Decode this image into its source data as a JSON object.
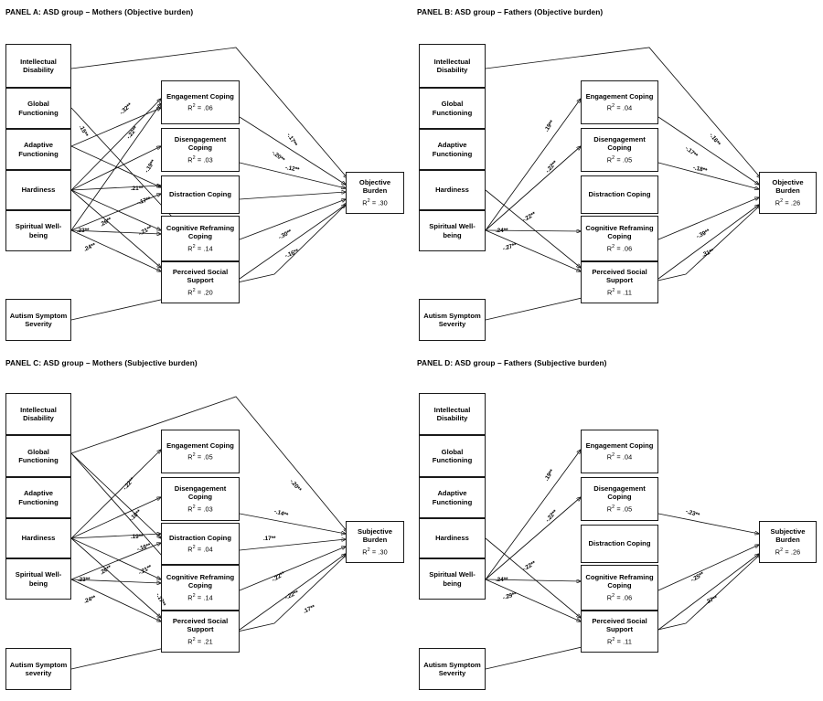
{
  "figure": {
    "type": "path-analysis-diagram-grid",
    "panel_count": 4
  },
  "chart_data": {
    "type": "diagram",
    "title": "Path analysis models of objective and subjective burden in mothers and fathers of the ASD group",
    "panels": [
      {
        "id": "A",
        "title": "PANEL A: ASD group – Mothers (Objective burden)",
        "predictors": [
          "Intellectual Disability",
          "Global Functioning",
          "Adaptive Functioning",
          "Hardiness",
          "Spiritual Well-being",
          "Autism Symptom Severity"
        ],
        "mediators": [
          {
            "label": "Engagement Coping",
            "r2": ".06"
          },
          {
            "label": "Disengagement Coping",
            "r2": ".03"
          },
          {
            "label": "Distraction Coping",
            "r2": ""
          },
          {
            "label": "Cognitive Reframing Coping",
            "r2": ".14"
          },
          {
            "label": "Perceived Social Support",
            "r2": ".20"
          }
        ],
        "outcome": {
          "label": "Objective Burden",
          "r2": ".30"
        },
        "coefficients": [
          ".15**",
          "-.32**",
          "-.22**",
          "-.19**",
          ".21**",
          "-.17**",
          "-.21**",
          ".23**",
          ".26**",
          ".24**",
          "-.17**",
          "-.20**",
          "-.12**",
          "-.30**",
          "-.16**"
        ]
      },
      {
        "id": "B",
        "title": "PANEL B: ASD group – Fathers (Objective burden)",
        "predictors": [
          "Intellectual Disability",
          "Global Functioning",
          "Adaptive Functioning",
          "Hardiness",
          "Spiritual Well-being",
          "Autism Symptom Severity"
        ],
        "mediators": [
          {
            "label": "Engagement Coping",
            "r2": ".04"
          },
          {
            "label": "Disengagement Coping",
            "r2": ".05"
          },
          {
            "label": "Distraction Coping",
            "r2": ""
          },
          {
            "label": "Cognitive Reframing Coping",
            "r2": ".06"
          },
          {
            "label": "Perceived Social Support",
            "r2": ".11"
          }
        ],
        "outcome": {
          "label": "Objective Burden",
          "r2": ".26"
        },
        "coefficients": [
          ".19**",
          "-.22**",
          "-.22**",
          ".24**",
          "-.27**",
          "-.16**",
          "-.17**",
          "-.18**",
          "-.39**",
          ".31**"
        ]
      },
      {
        "id": "C",
        "title": "PANEL C: ASD group – Mothers (Subjective burden)",
        "predictors": [
          "Intellectual Disability",
          "Global Functioning",
          "Adaptive Functioning",
          "Hardiness",
          "Spiritual Well-being",
          "Autism Symptom severity"
        ],
        "mediators": [
          {
            "label": "Engagement Coping",
            "r2": ".05"
          },
          {
            "label": "Disengagement Coping",
            "r2": ".03"
          },
          {
            "label": "Distraction Coping",
            "r2": ".04"
          },
          {
            "label": "Cognitive Reframing Coping",
            "r2": ".14"
          },
          {
            "label": "Perceived Social Support",
            "r2": ".21"
          }
        ],
        "outcome": {
          "label": "Subjective Burden",
          "r2": ".30"
        },
        "coefficients": [
          "-.22**",
          "-.18**",
          ".19**",
          "-.16**",
          "-.21**",
          ".23**",
          ".26**",
          "-.17**",
          ".24**",
          "-.20**",
          "-.14**",
          ".17**",
          "-.22**",
          "-.22**",
          ".17**"
        ]
      },
      {
        "id": "D",
        "title": "PANEL D: ASD group – Fathers (Subjective burden)",
        "predictors": [
          "Intellectual Disability",
          "Global Functioning",
          "Adaptive Functioning",
          "Hardiness",
          "Spiritual Well-being",
          "Autism Symptom Severity"
        ],
        "mediators": [
          {
            "label": "Engagement Coping",
            "r2": ".04"
          },
          {
            "label": "Disengagement Coping",
            "r2": ".05"
          },
          {
            "label": "Distraction Coping",
            "r2": ""
          },
          {
            "label": "Cognitive Reframing Coping",
            "r2": ".06"
          },
          {
            "label": "Perceived Social Support",
            "r2": ".11"
          }
        ],
        "outcome": {
          "label": "Subjective Burden",
          "r2": ".26"
        },
        "coefficients": [
          ".19**",
          "-.22**",
          "-.22**",
          ".24**",
          "-.29**",
          "-.23**",
          "-.25**",
          ".27**"
        ]
      }
    ],
    "notation": {
      "r2_prefix": "R",
      "r2_superscript": "2",
      "r2_equals": "= ",
      "significance_marker": "**"
    }
  }
}
